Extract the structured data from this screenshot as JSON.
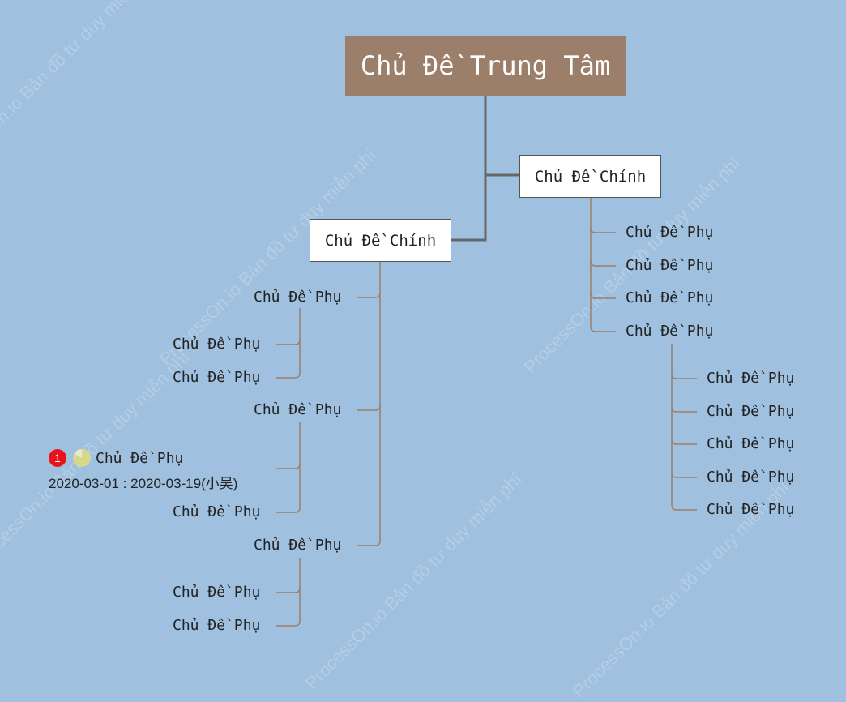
{
  "central": {
    "label": "Chủ Đề Trung Tâm"
  },
  "branch_left": {
    "label": "Chủ Đề Chính",
    "children": [
      {
        "label": "Chủ Đề Phụ",
        "children": [
          "Chủ Đề Phụ",
          "Chủ Đề Phụ"
        ]
      },
      {
        "label": "Chủ Đề Phụ",
        "task": {
          "priority": "1",
          "progress_fraction": 0.83,
          "label": "Chủ Đề Phụ",
          "dates": "2020-03-01 : 2020-03-19(小吴)"
        },
        "children": [
          "Chủ Đề Phụ"
        ]
      },
      {
        "label": "Chủ Đề Phụ",
        "children": [
          "Chủ Đề Phụ",
          "Chủ Đề Phụ"
        ]
      }
    ]
  },
  "branch_right": {
    "label": "Chủ Đề Chính",
    "children": [
      "Chủ Đề Phụ",
      "Chủ Đề Phụ",
      "Chủ Đề Phụ",
      "Chủ Đề Phụ"
    ],
    "grandchildren": [
      "Chủ Đề Phụ",
      "Chủ Đề Phụ",
      "Chủ Đề Phụ",
      "Chủ Đề Phụ",
      "Chủ Đề Phụ"
    ]
  },
  "watermark": "ProcessOn.io Bản đồ tư duy miễn phí",
  "colors": {
    "background": "#9fc0de",
    "central_fill": "#9c7f6a",
    "connector": "#9c7f6a",
    "trunk": "#666666"
  }
}
